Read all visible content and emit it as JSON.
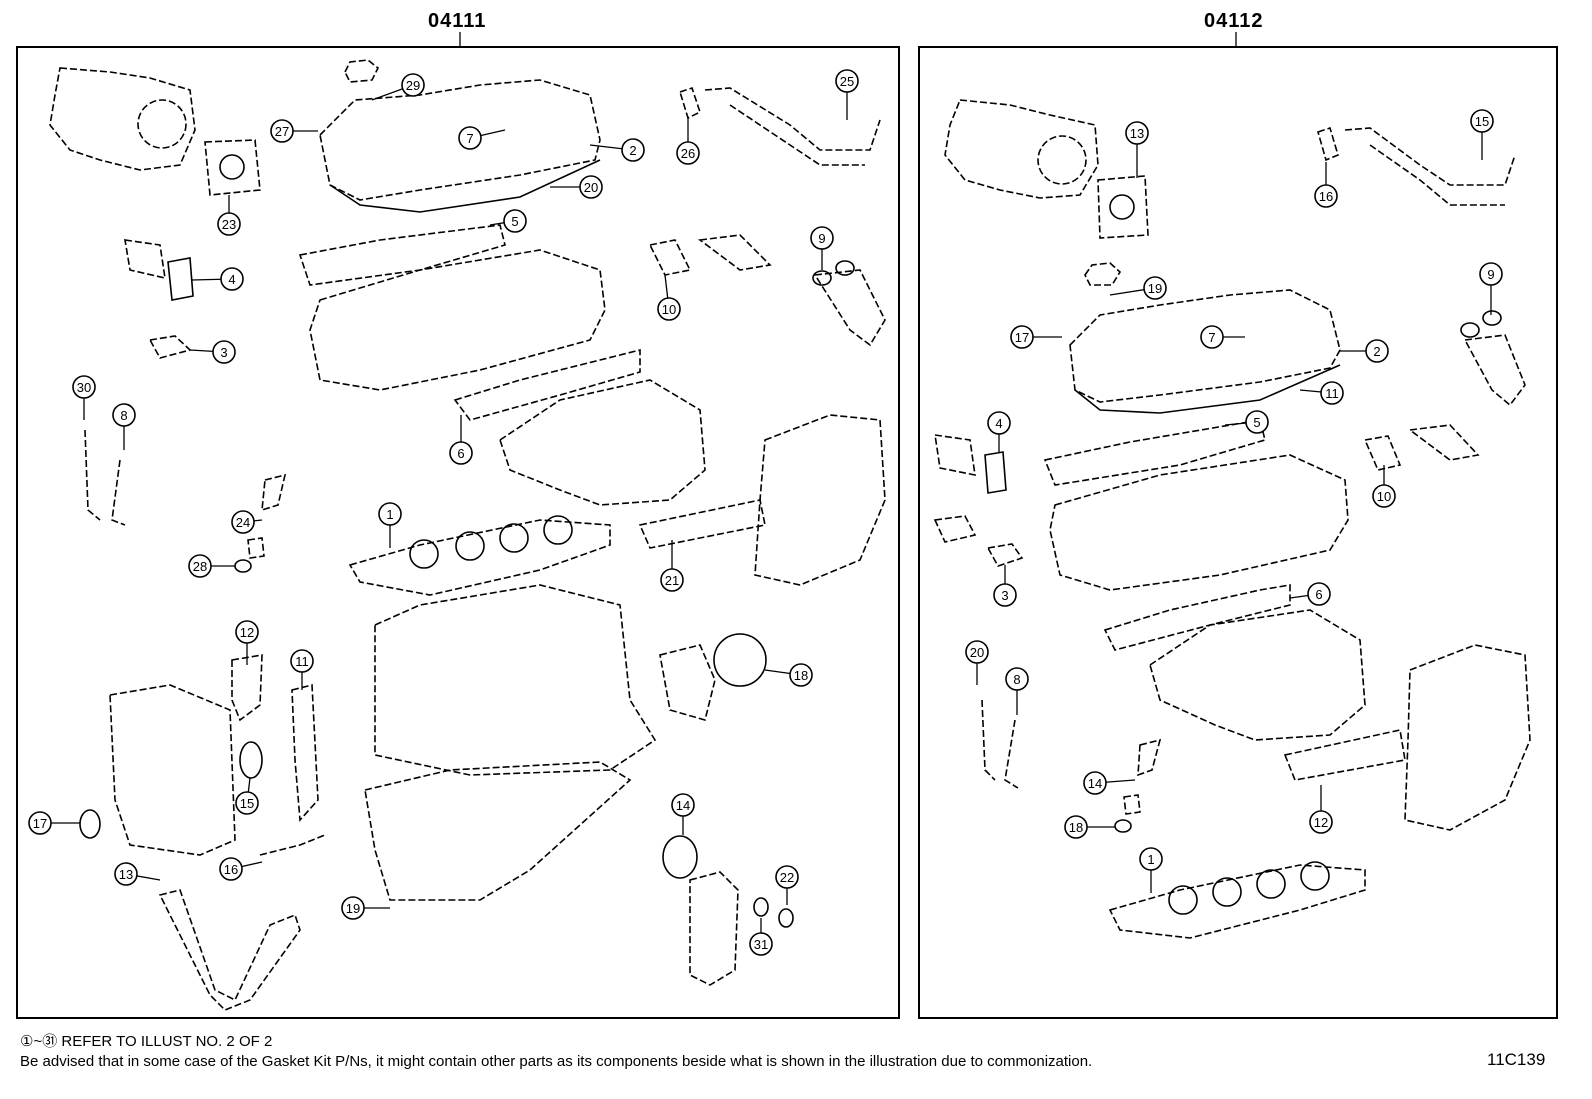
{
  "panels": [
    {
      "title": "04111",
      "callouts": [
        "29",
        "27",
        "7",
        "2",
        "25",
        "26",
        "20",
        "23",
        "5",
        "4",
        "9",
        "3",
        "10",
        "30",
        "8",
        "6",
        "24",
        "1",
        "28",
        "21",
        "12",
        "11",
        "18",
        "15",
        "17",
        "14",
        "13",
        "16",
        "19",
        "22",
        "31"
      ]
    },
    {
      "title": "04112",
      "callouts": [
        "13",
        "15",
        "16",
        "19",
        "17",
        "7",
        "2",
        "9",
        "11",
        "4",
        "5",
        "10",
        "3",
        "6",
        "20",
        "8",
        "14",
        "18",
        "12",
        "1"
      ]
    }
  ],
  "footer": {
    "refer_symbols": "①~㉛",
    "refer_text": "REFER TO ILLUST NO. 2 OF 2",
    "advisory": "Be advised that in some case of the Gasket Kit P/Ns,  it might contain other parts as its components beside what is shown in the illustration due to commonization.",
    "illustration_code": "11C139"
  }
}
